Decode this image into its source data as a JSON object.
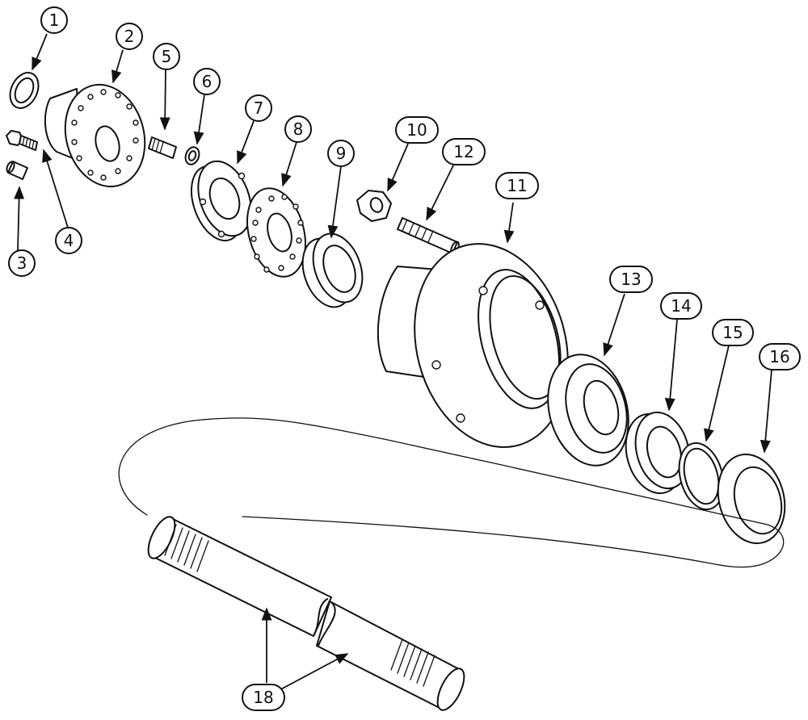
{
  "callouts": {
    "c1": "1",
    "c2": "2",
    "c3": "3",
    "c4": "4",
    "c5": "5",
    "c6": "6",
    "c7": "7",
    "c8": "8",
    "c9": "9",
    "c10": "10",
    "c11": "11",
    "c12": "12",
    "c13": "13",
    "c14": "14",
    "c15": "15",
    "c16": "16",
    "c18": "18"
  }
}
